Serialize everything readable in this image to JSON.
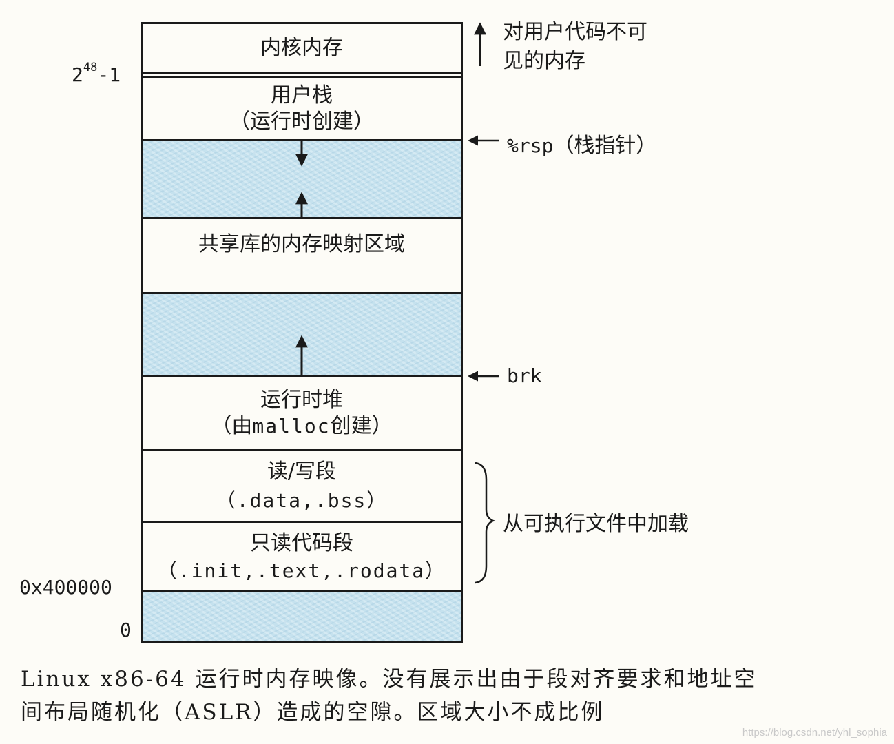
{
  "segments": {
    "kernel": "内核内存",
    "user_stack": {
      "line1": "用户栈",
      "line2": "（运行时创建）"
    },
    "shared_lib": "共享库的内存映射区域",
    "heap": {
      "line1": "运行时堆",
      "line2_pre": "（由",
      "line2_code": "malloc",
      "line2_post": "创建）"
    },
    "rw": {
      "line1": "读/写段",
      "line2": "（.data,.bss）"
    },
    "ro": {
      "line1": "只读代码段",
      "line2": "（.init,.text,.rodata）"
    }
  },
  "left_labels": {
    "top_addr_base": "2",
    "top_addr_exp": "48",
    "top_addr_rest": "-1",
    "text_start": "0x400000",
    "zero": "0"
  },
  "right_labels": {
    "invisible_line1": "对用户代码不可",
    "invisible_line2": "见的内存",
    "rsp_code": "%rsp",
    "rsp_text": "（栈指针）",
    "brk": "brk",
    "loaded": "从可执行文件中加载"
  },
  "caption": {
    "line1": "Linux x86-64 运行时内存映像。没有展示出由于段对齐要求和地址空",
    "line2": "间布局随机化（ASLR）造成的空隙。区域大小不成比例"
  },
  "watermark": "https://blog.csdn.net/yhl_sophia",
  "colors": {
    "shaded": "#c6e3ef",
    "line": "#1a1a1a",
    "background": "#fdfcf7"
  }
}
